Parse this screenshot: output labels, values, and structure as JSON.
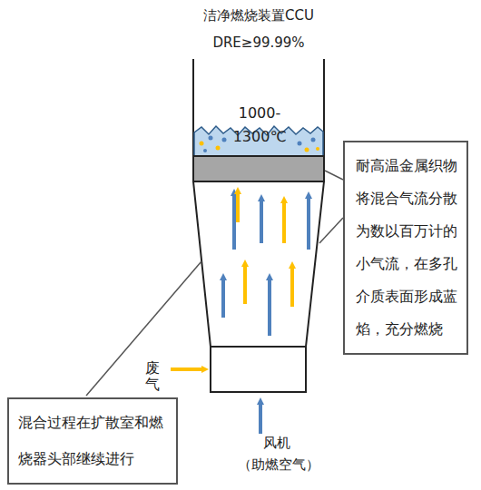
{
  "diagram": {
    "nodes": [
      {
        "text": [
          "耐高温金属织物将混合气流分散为数以百万计的小气流，在多孔介质表面形成蓝焰，充分燃烧"
        ]
      },
      {
        "text": [
          "混合过程在扩散室和燃烧器头部继续进行"
        ]
      }
    ],
    "labels": [
      "洁净燃烧装置CCU",
      "DRE≥99.99%",
      "1000- 1300℃",
      "废气",
      "风机",
      "（助燃空气）"
    ]
  }
}
